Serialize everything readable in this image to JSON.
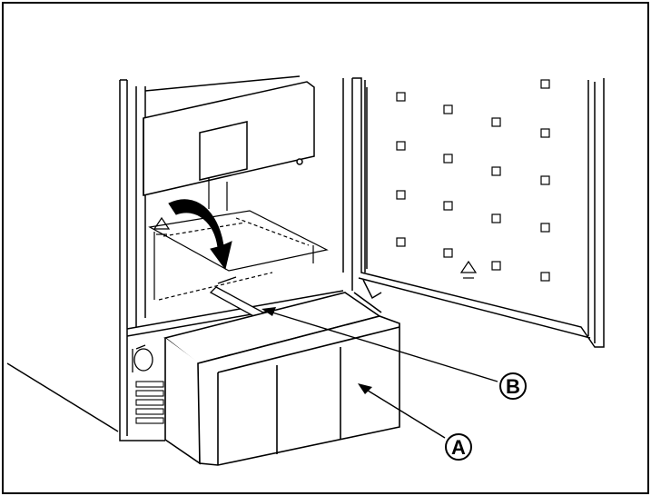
{
  "diagram": {
    "callouts": [
      {
        "id": "A",
        "label": "Ⓐ",
        "target": "drawer"
      },
      {
        "id": "B",
        "label": "Ⓑ",
        "target": "drawer-rail"
      }
    ],
    "components": [
      "cabinet",
      "freezer-compartment",
      "open-door",
      "drawer",
      "drawer-rail",
      "control-knob",
      "vent-grille",
      "ice-tray"
    ],
    "colors": {
      "line": "#000000",
      "background": "#ffffff",
      "arrow_fill": "#000000"
    }
  }
}
